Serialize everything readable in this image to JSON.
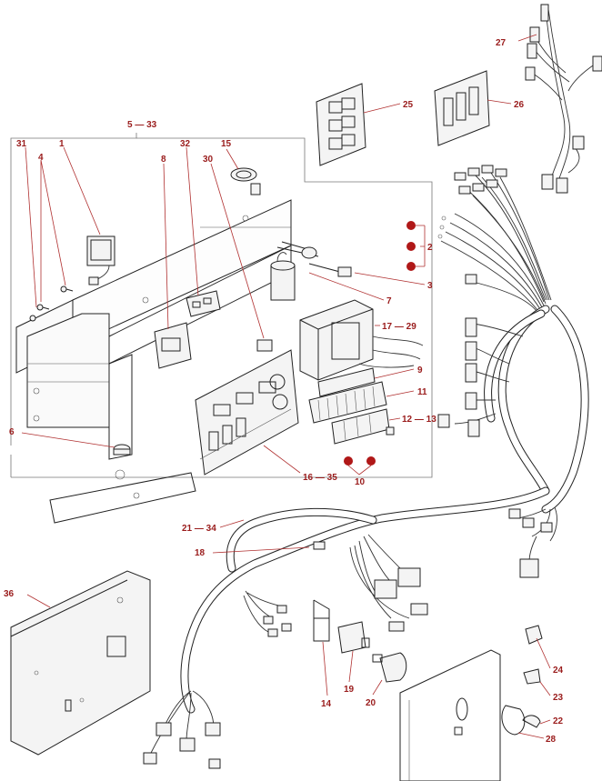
{
  "colors": {
    "label": "#9a1c1c",
    "leader": "#b03030",
    "line": "#222222",
    "dot": "#b01818"
  },
  "labels": [
    {
      "key": "l27",
      "text": "27"
    },
    {
      "key": "l25",
      "text": "25"
    },
    {
      "key": "l26",
      "text": "26"
    },
    {
      "key": "l5_33",
      "text": "5 — 33"
    },
    {
      "key": "l31",
      "text": "31"
    },
    {
      "key": "l1",
      "text": "1"
    },
    {
      "key": "l32",
      "text": "32"
    },
    {
      "key": "l15",
      "text": "15"
    },
    {
      "key": "l4",
      "text": "4"
    },
    {
      "key": "l8",
      "text": "8"
    },
    {
      "key": "l30",
      "text": "30"
    },
    {
      "key": "l2",
      "text": "2"
    },
    {
      "key": "l3",
      "text": "3"
    },
    {
      "key": "l7",
      "text": "7"
    },
    {
      "key": "l17_29",
      "text": "17 — 29"
    },
    {
      "key": "l9",
      "text": "9"
    },
    {
      "key": "l11",
      "text": "11"
    },
    {
      "key": "l12_13",
      "text": "12 — 13"
    },
    {
      "key": "l6",
      "text": "6"
    },
    {
      "key": "l10",
      "text": "10"
    },
    {
      "key": "l16_35",
      "text": "16 — 35"
    },
    {
      "key": "l21_34",
      "text": "21 — 34"
    },
    {
      "key": "l18",
      "text": "18"
    },
    {
      "key": "l36",
      "text": "36"
    },
    {
      "key": "l24",
      "text": "24"
    },
    {
      "key": "l23",
      "text": "23"
    },
    {
      "key": "l22",
      "text": "22"
    },
    {
      "key": "l28",
      "text": "28"
    },
    {
      "key": "l14",
      "text": "14"
    },
    {
      "key": "l19",
      "text": "19"
    },
    {
      "key": "l20",
      "text": "20"
    }
  ]
}
